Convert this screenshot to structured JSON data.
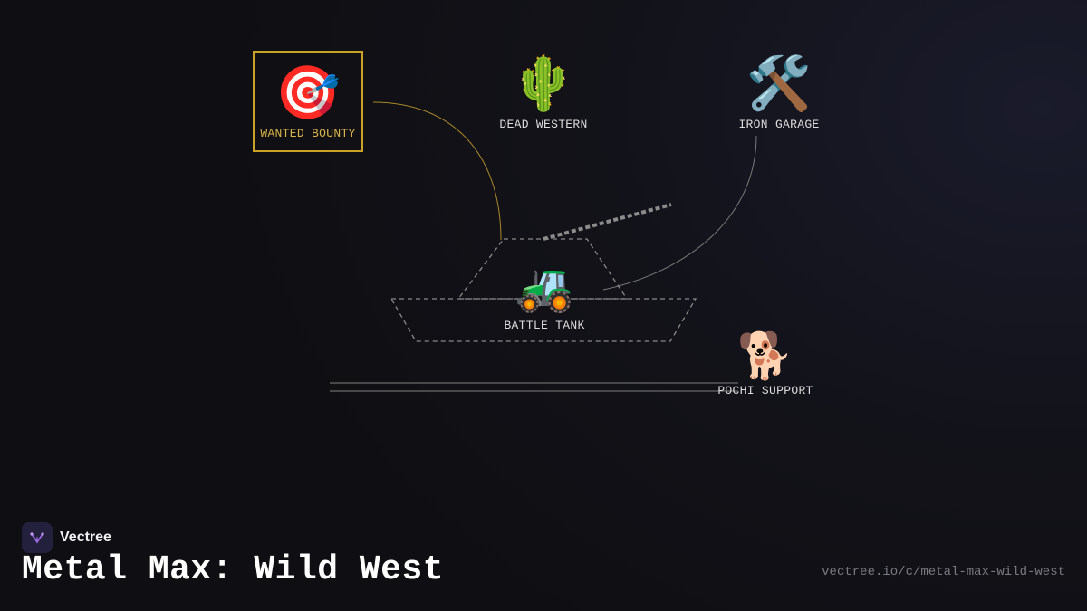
{
  "brand": {
    "name": "Vectree",
    "logo_icon": "vectree-logo-icon"
  },
  "title": "Metal Max: Wild West",
  "url": "vectree.io/c/metal-max-wild-west",
  "colors": {
    "highlight": "#c9a227",
    "background": "#121219",
    "edge": "#8a8a8a"
  },
  "nodes": {
    "bounty": {
      "label": "WANTED BOUNTY",
      "icon": "target-icon",
      "glyph": "🎯",
      "selected": true
    },
    "western": {
      "label": "DEAD WESTERN",
      "icon": "cactus-icon",
      "glyph": "🌵"
    },
    "garage": {
      "label": "IRON GARAGE",
      "icon": "hammer-wrench-icon",
      "glyph": "🛠️"
    },
    "tank": {
      "label": "BATTLE TANK",
      "icon": "tractor-icon",
      "glyph": "🚜"
    },
    "pochi": {
      "label": "POCHI SUPPORT",
      "icon": "dog-icon",
      "glyph": "🐕"
    }
  }
}
